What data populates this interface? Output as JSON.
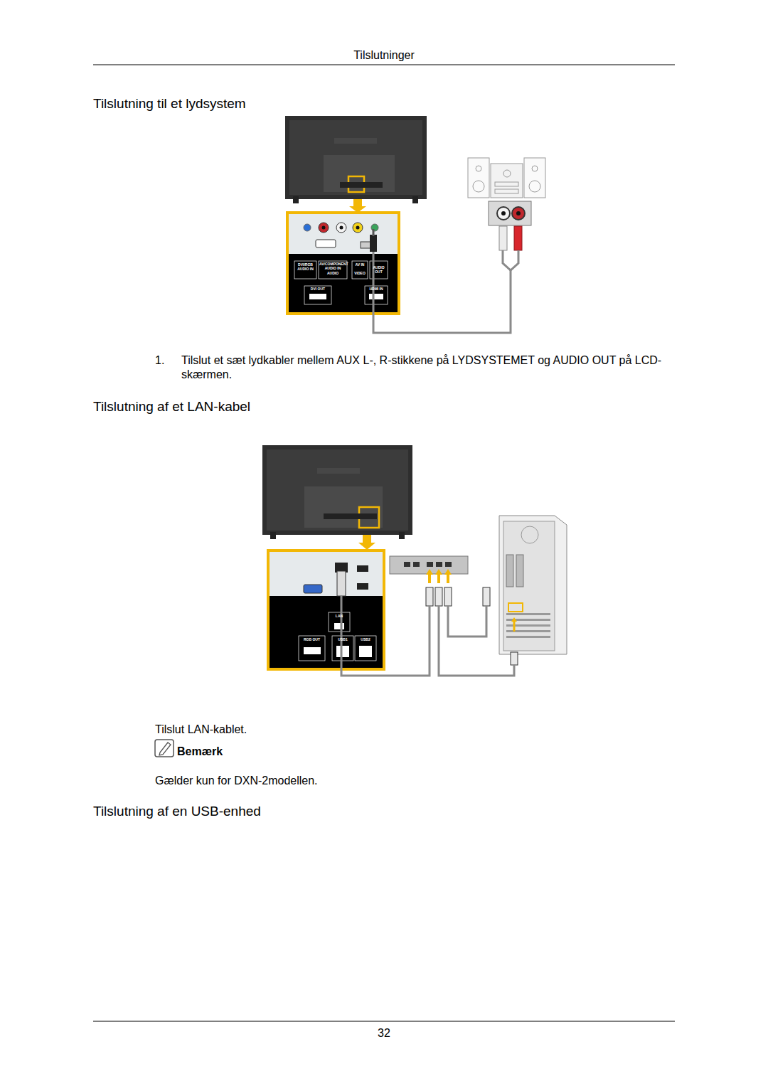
{
  "diagram": {
    "labels": [
      "Tilslutninger",
      "Tilslutning til et lydsystem",
      "1.",
      "Tilslut et sæt lydkabler mellem AUX L-, R-stikkene på LYDSYSTEMET og AUDIO OUT på LCD-skærmen.",
      "Tilslutning af et LAN-kabel",
      "Tilslut LAN-kablet.",
      "Bemærk",
      "Gælder kun for DXN-2modellen.",
      "Tilslutning af en USB-enhed",
      "32",
      "DVI/RGB AUDIO IN",
      "AV/COMPONENT AUDIO IN",
      "AUDIO",
      "AV IN",
      "VIDEO",
      "AUDIO OUT",
      "DVI OUT",
      "HDMI IN",
      "LAN",
      "RGB OUT",
      "USB1",
      "USB2"
    ]
  }
}
